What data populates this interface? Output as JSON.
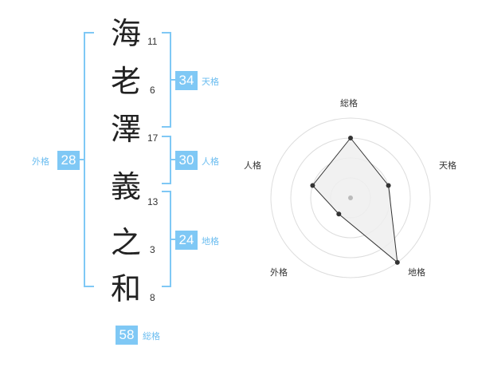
{
  "name": {
    "characters": [
      {
        "char": "海",
        "strokes": "11"
      },
      {
        "char": "老",
        "strokes": "6"
      },
      {
        "char": "澤",
        "strokes": "17"
      },
      {
        "char": "義",
        "strokes": "13"
      },
      {
        "char": "之",
        "strokes": "3"
      },
      {
        "char": "和",
        "strokes": "8"
      }
    ]
  },
  "fortunes": {
    "tenkaku": {
      "label": "天格",
      "value": "34"
    },
    "jinkaku": {
      "label": "人格",
      "value": "30"
    },
    "chikaku": {
      "label": "地格",
      "value": "24"
    },
    "gaikaku": {
      "label": "外格",
      "value": "28"
    },
    "soukaku": {
      "label": "総格",
      "value": "58"
    }
  },
  "radar": {
    "axes": [
      "総格",
      "天格",
      "地格",
      "外格",
      "人格"
    ],
    "levels": 4,
    "max": 4,
    "values": [
      3,
      2,
      4,
      1,
      2
    ],
    "colors": {
      "grid": "#dddddd",
      "fill": "#eeeeee",
      "line": "#333333",
      "center": "#bbbbbb"
    }
  },
  "colors": {
    "accent": "#7fc8f5",
    "bracket": "#7fc8f5",
    "accent_text": "#6bbdf0"
  }
}
